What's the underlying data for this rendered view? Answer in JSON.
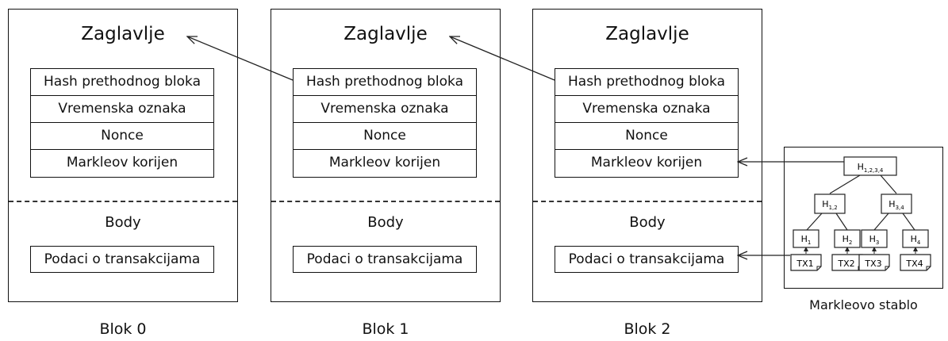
{
  "blocks": [
    {
      "header_title": "Zaglavlje",
      "fields": [
        "Hash prethodnog bloka",
        "Vremenska oznaka",
        "Nonce",
        "Markleov korijen"
      ],
      "body_title": "Body",
      "body_field": "Podaci o transakcijama",
      "label": "Blok 0"
    },
    {
      "header_title": "Zaglavlje",
      "fields": [
        "Hash prethodnog bloka",
        "Vremenska oznaka",
        "Nonce",
        "Markleov korijen"
      ],
      "body_title": "Body",
      "body_field": "Podaci o transakcijama",
      "label": "Blok 1"
    },
    {
      "header_title": "Zaglavlje",
      "fields": [
        "Hash prethodnog bloka",
        "Vremenska oznaka",
        "Nonce",
        "Markleov korijen"
      ],
      "body_title": "Body",
      "body_field": "Podaci o transakcijama",
      "label": "Blok 2"
    }
  ],
  "merkle_tree": {
    "caption": "Markleovo stablo",
    "root": {
      "base": "H",
      "sub": "1,2,3,4"
    },
    "level1": [
      {
        "base": "H",
        "sub": "1,2"
      },
      {
        "base": "H",
        "sub": "3,4"
      }
    ],
    "leaves": [
      {
        "base": "H",
        "sub": "1"
      },
      {
        "base": "H",
        "sub": "2"
      },
      {
        "base": "H",
        "sub": "3"
      },
      {
        "base": "H",
        "sub": "4"
      }
    ],
    "transactions": [
      "TX1",
      "TX2",
      "TX3",
      "TX4"
    ]
  }
}
